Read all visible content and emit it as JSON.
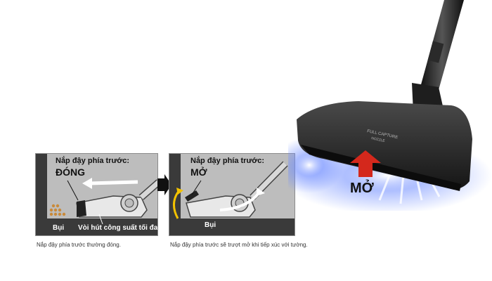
{
  "panel_left": {
    "title": "Nắp đậy phía trước:",
    "state": "ĐÓNG",
    "dust_label": "Bụi",
    "nozzle_label": "Vòi hút công suất tối đa",
    "caption": "Nắp đậy phía trước thường đóng."
  },
  "panel_right": {
    "title": "Nắp đậy phía trước:",
    "state": "MỞ",
    "dust_label": "Bụi",
    "caption": "Nắp đậy phía trước sẽ trượt mở khi tiếp xúc với tường."
  },
  "product": {
    "open_label": "MỞ",
    "nozzle_text_line1": "FULL CAPTURE",
    "nozzle_text_line2": "NOZZLE"
  },
  "colors": {
    "panel_bg": "#bdbdbd",
    "floor": "#3a3a3a",
    "dust": "#c98a3a",
    "arrow_red": "#d4281c",
    "arc_yellow": "#f2c200",
    "glow_blue": "#5b7fff"
  }
}
